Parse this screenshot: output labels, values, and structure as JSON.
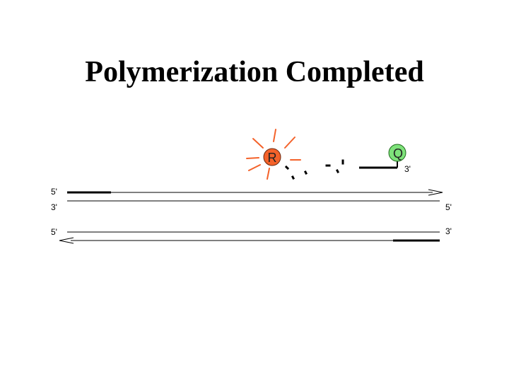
{
  "slide": {
    "title": "Polymerization Completed"
  },
  "reporter": {
    "label": "R",
    "fill_color": "#f4622a",
    "ray_color": "#f4622a"
  },
  "quencher": {
    "label": "Q",
    "fill_color": "#7ee27a",
    "end_label": "3'"
  },
  "strands": {
    "top_strand": {
      "left_label": "5'",
      "right_label": ""
    },
    "template_top": {
      "left_label": "3'",
      "right_label": "5'"
    },
    "template_bottom": {
      "left_label": "5'",
      "right_label": "3'"
    }
  }
}
